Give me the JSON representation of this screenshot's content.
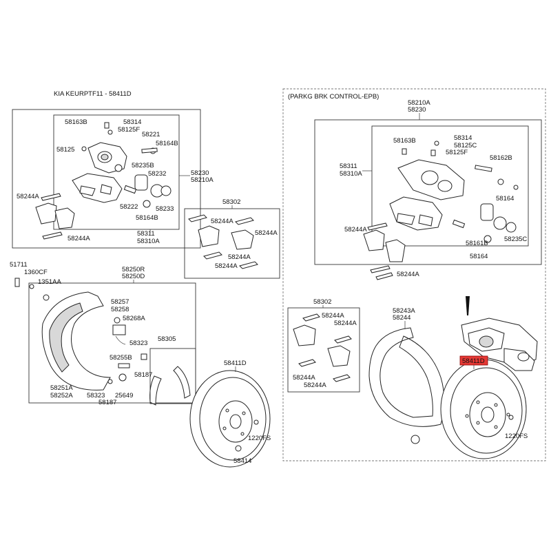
{
  "header": {
    "title": "KIA KEURPTF11 - 58411D",
    "epb_title": "(PARKG BRK CONTROL-EPB)"
  },
  "highlight": {
    "label": "58411D",
    "color": "#e53935"
  },
  "left_caliper": {
    "labels": [
      "58163B",
      "58314",
      "58125F",
      "58125",
      "58221",
      "58164B",
      "58235B",
      "58232",
      "58222",
      "58233",
      "58164B",
      "58230",
      "58210A",
      "58244A",
      "58244A",
      "58311",
      "58310A"
    ]
  },
  "pad_kit_left": {
    "labels": [
      "58302",
      "58244A",
      "58244A",
      "58244A",
      "58244A"
    ]
  },
  "backing_plate_left": {
    "labels": [
      "51711",
      "1360CF",
      "1351AA",
      "58250R",
      "58250D",
      "58257",
      "58258",
      "58268A",
      "58323",
      "58305",
      "58255B",
      "58187",
      "58251A",
      "58252A",
      "58323",
      "25649",
      "58187"
    ]
  },
  "disc_left": {
    "labels": [
      "58411D",
      "1220FS",
      "58414"
    ]
  },
  "epb_caliper": {
    "labels": [
      "58210A",
      "58230",
      "58163B",
      "58314",
      "58125C",
      "58125F",
      "58162B",
      "58311",
      "58310A",
      "58164",
      "58244A",
      "58161B",
      "58235C",
      "58164",
      "58244A"
    ]
  },
  "pad_kit_right": {
    "labels": [
      "58302",
      "58244A",
      "58244A",
      "58244A",
      "58244A"
    ]
  },
  "disc_right": {
    "labels": [
      "58243A",
      "58244",
      "1220FS"
    ]
  }
}
